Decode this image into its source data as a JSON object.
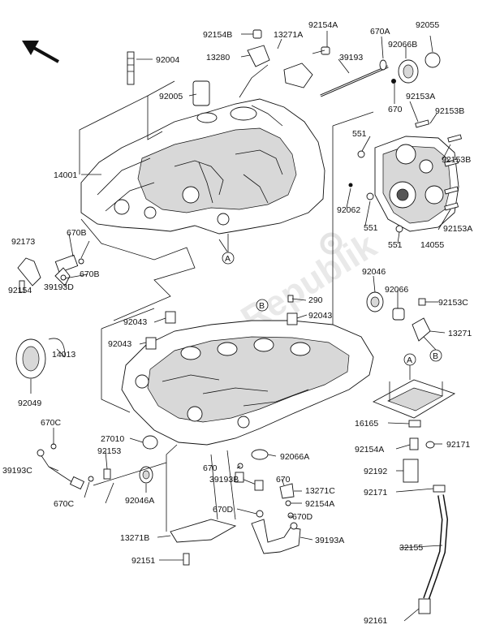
{
  "watermark": "Parts Republik",
  "callouts": {
    "a1": "A",
    "a2": "A",
    "b1": "B",
    "b2": "B"
  },
  "labels": [
    {
      "id": "92154B",
      "text": "92154B"
    },
    {
      "id": "13280",
      "text": "13280"
    },
    {
      "id": "13271A",
      "text": "13271A"
    },
    {
      "id": "92154A_top",
      "text": "92154A"
    },
    {
      "id": "670A",
      "text": "670A"
    },
    {
      "id": "92055",
      "text": "92055"
    },
    {
      "id": "92066B",
      "text": "92066B"
    },
    {
      "id": "39193",
      "text": "39193"
    },
    {
      "id": "92004",
      "text": "92004"
    },
    {
      "id": "92005",
      "text": "92005"
    },
    {
      "id": "670_top",
      "text": "670"
    },
    {
      "id": "92153A_top",
      "text": "92153A"
    },
    {
      "id": "92153B_a",
      "text": "92153B"
    },
    {
      "id": "551_a",
      "text": "551"
    },
    {
      "id": "14001",
      "text": "14001"
    },
    {
      "id": "92153B_b",
      "text": "92153B"
    },
    {
      "id": "92062",
      "text": "92062"
    },
    {
      "id": "551_b",
      "text": "551"
    },
    {
      "id": "92153A_b",
      "text": "92153A"
    },
    {
      "id": "14055",
      "text": "14055"
    },
    {
      "id": "551_c",
      "text": "551"
    },
    {
      "id": "92173",
      "text": "92173"
    },
    {
      "id": "670B_a",
      "text": "670B"
    },
    {
      "id": "670B_b",
      "text": "670B"
    },
    {
      "id": "39193D",
      "text": "39193D"
    },
    {
      "id": "92154",
      "text": "92154"
    },
    {
      "id": "92046",
      "text": "92046"
    },
    {
      "id": "290",
      "text": "290"
    },
    {
      "id": "92066",
      "text": "92066"
    },
    {
      "id": "92153C",
      "text": "92153C"
    },
    {
      "id": "92043_a",
      "text": "92043"
    },
    {
      "id": "92043_b",
      "text": "92043"
    },
    {
      "id": "92043_c",
      "text": "92043"
    },
    {
      "id": "13271",
      "text": "13271"
    },
    {
      "id": "14013",
      "text": "14013"
    },
    {
      "id": "92049",
      "text": "92049"
    },
    {
      "id": "670C_a",
      "text": "670C"
    },
    {
      "id": "27010",
      "text": "27010"
    },
    {
      "id": "92153",
      "text": "92153"
    },
    {
      "id": "39193C",
      "text": "39193C"
    },
    {
      "id": "670C_b",
      "text": "670C"
    },
    {
      "id": "92046A",
      "text": "92046A"
    },
    {
      "id": "16165",
      "text": "16165"
    },
    {
      "id": "92154A_r",
      "text": "92154A"
    },
    {
      "id": "92171_a",
      "text": "92171"
    },
    {
      "id": "92192",
      "text": "92192"
    },
    {
      "id": "92171_b",
      "text": "92171"
    },
    {
      "id": "670_b",
      "text": "670"
    },
    {
      "id": "39193B",
      "text": "39193B"
    },
    {
      "id": "92066A",
      "text": "92066A"
    },
    {
      "id": "670_c",
      "text": "670"
    },
    {
      "id": "13271C",
      "text": "13271C"
    },
    {
      "id": "92154A_b",
      "text": "92154A"
    },
    {
      "id": "670D_a",
      "text": "670D"
    },
    {
      "id": "670D_b",
      "text": "670D"
    },
    {
      "id": "39193A",
      "text": "39193A"
    },
    {
      "id": "13271B",
      "text": "13271B"
    },
    {
      "id": "92151",
      "text": "92151"
    },
    {
      "id": "32155",
      "text": "32155"
    },
    {
      "id": "92161",
      "text": "92161"
    }
  ]
}
